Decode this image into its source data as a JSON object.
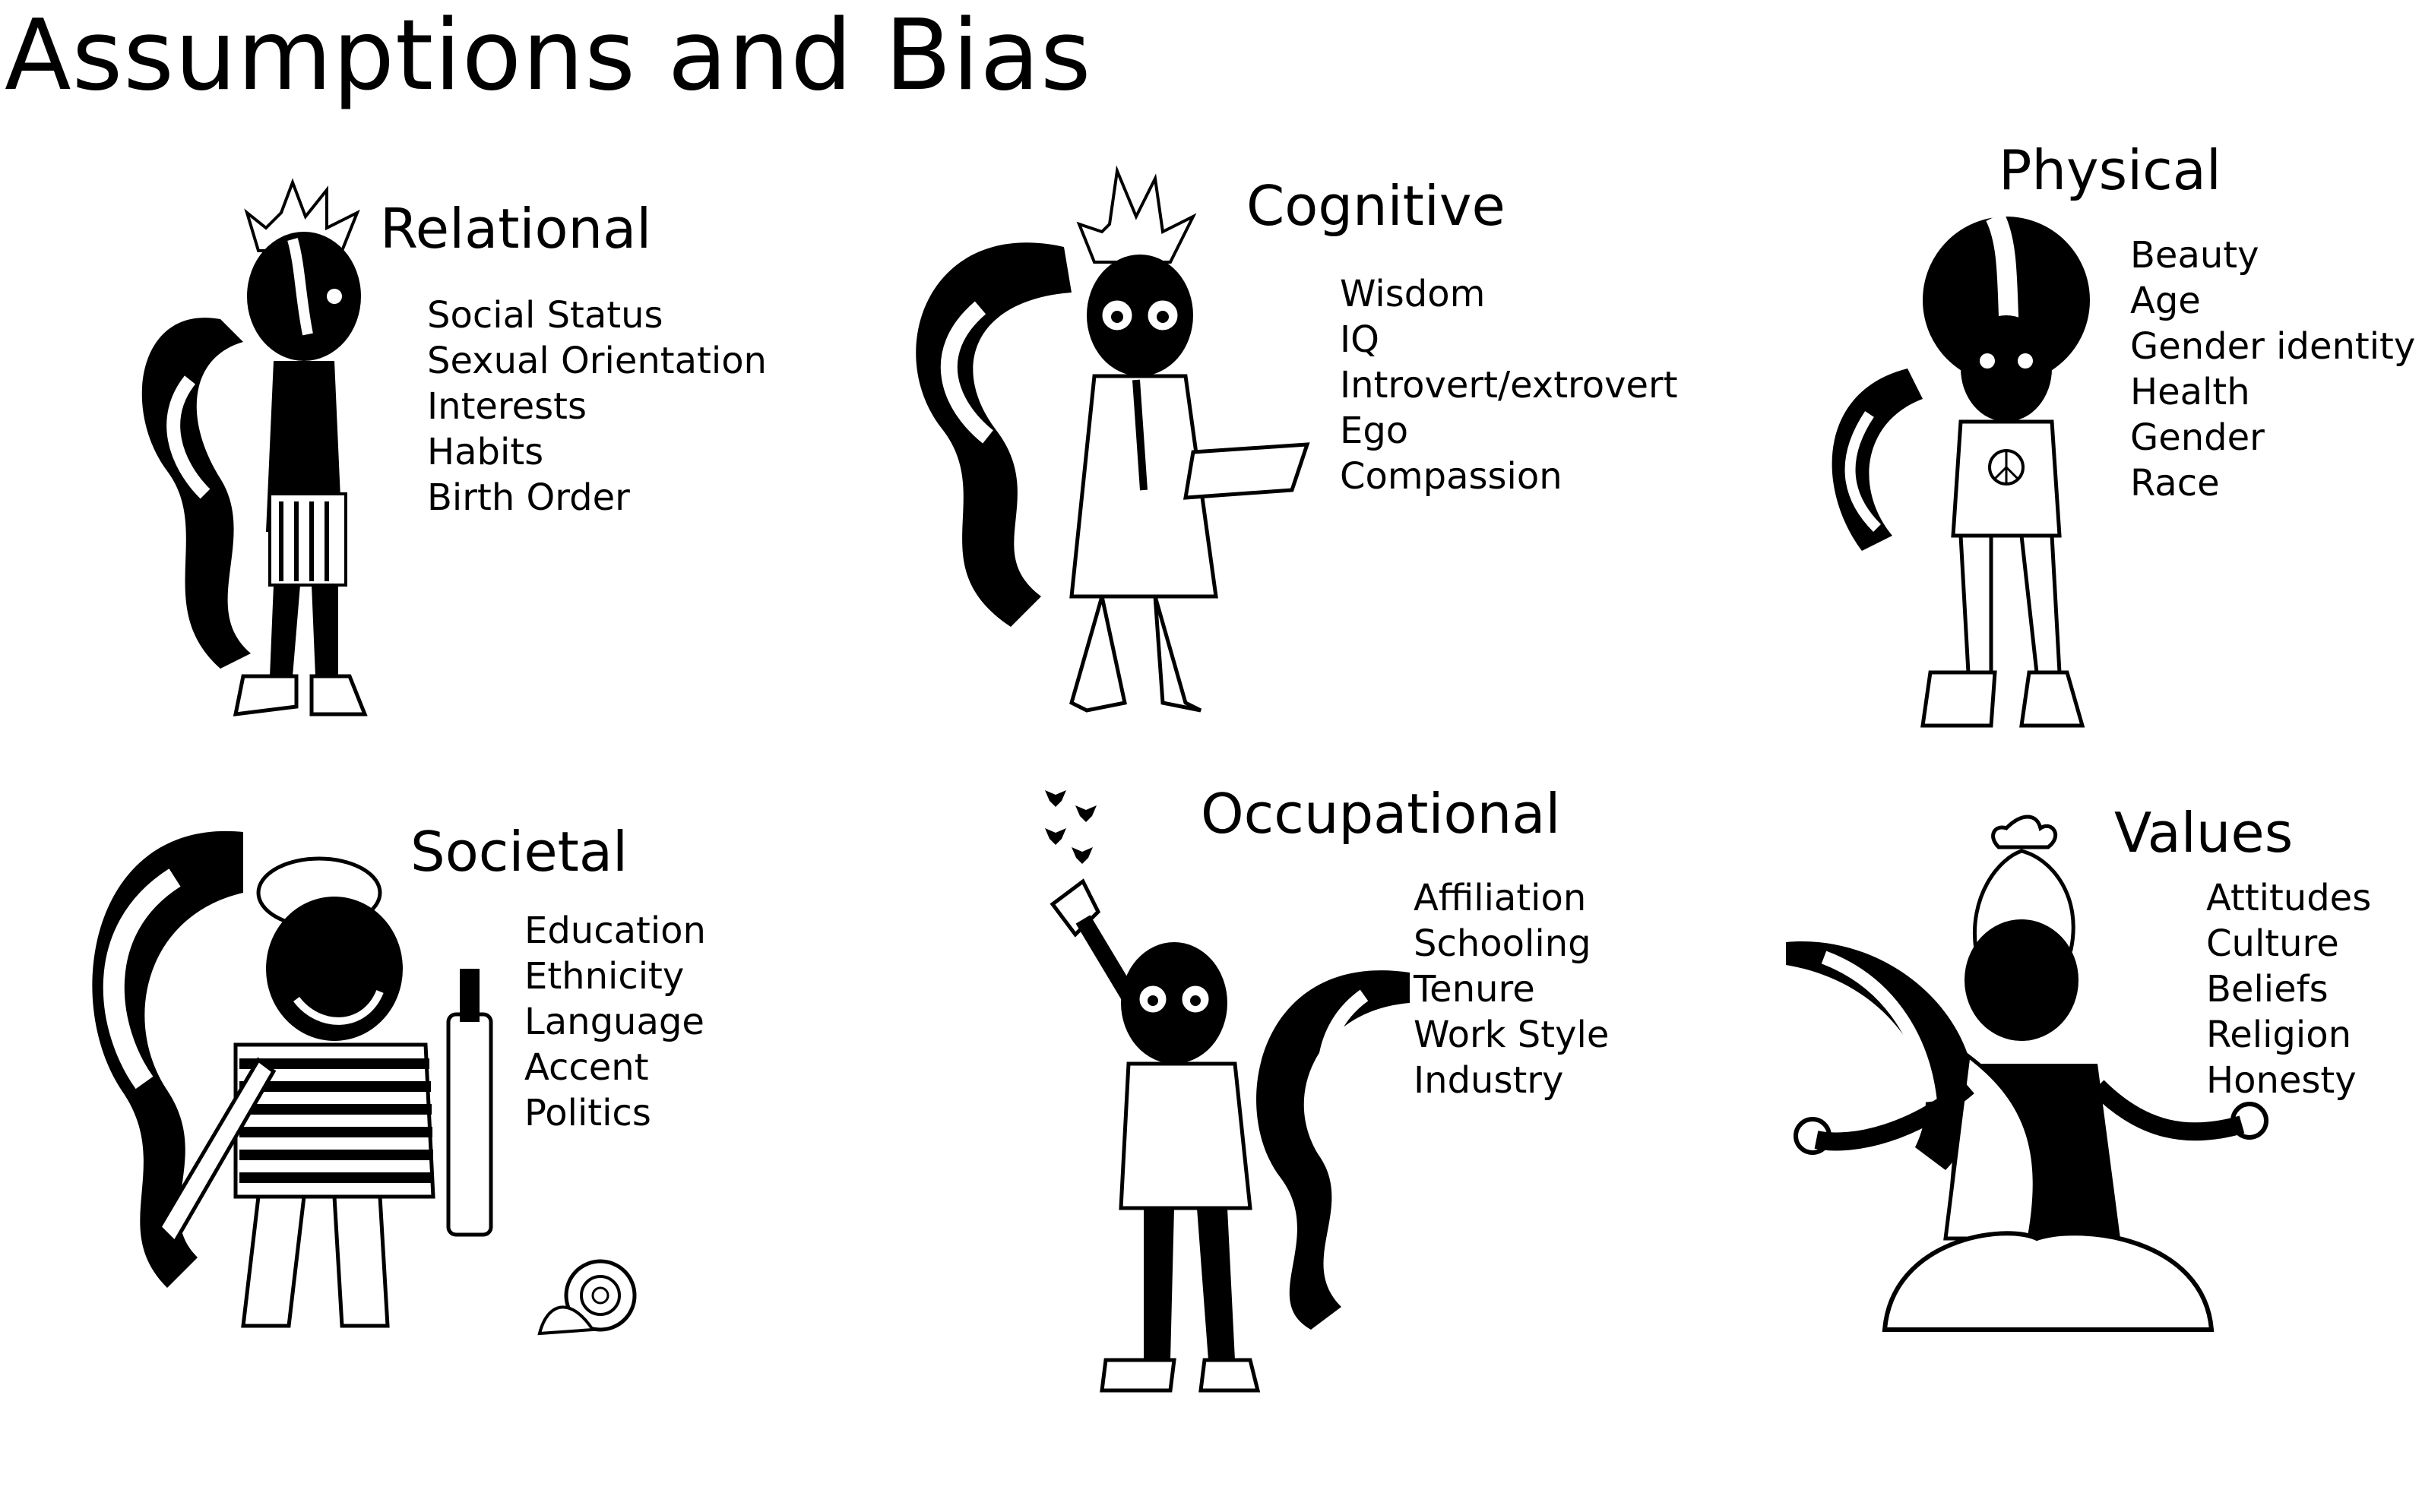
{
  "title": "Assumptions and Bias",
  "colors": {
    "ink": "#000000",
    "paper": "#ffffff"
  },
  "panels": [
    {
      "heading": "Relational",
      "items": [
        "Social Status",
        "Sexual Orientation",
        "Interests",
        "Habits",
        "Birth Order"
      ],
      "figure": "skunk-punk-icon"
    },
    {
      "heading": "Cognitive",
      "items": [
        "Wisdom",
        "IQ",
        "Introvert/extrovert",
        "Ego",
        "Compassion"
      ],
      "figure": "skunk-scientist-icon"
    },
    {
      "heading": "Physical",
      "items": [
        "Beauty",
        "Age",
        "Gender identity",
        "Health",
        "Gender",
        "Race"
      ],
      "figure": "skunk-afro-icon"
    },
    {
      "heading": "Societal",
      "items": [
        "Education",
        "Ethnicity",
        "Language",
        "Accent",
        "Politics"
      ],
      "figure": "skunk-french-icon"
    },
    {
      "heading": "Occupational",
      "items": [
        "Affiliation",
        "Schooling",
        "Tenure",
        "Work Style",
        "Industry"
      ],
      "figure": "skunk-activist-icon"
    },
    {
      "heading": "Values",
      "items": [
        "Attitudes",
        "Culture",
        "Beliefs",
        "Religion",
        "Honesty"
      ],
      "figure": "skunk-meditating-icon"
    }
  ]
}
